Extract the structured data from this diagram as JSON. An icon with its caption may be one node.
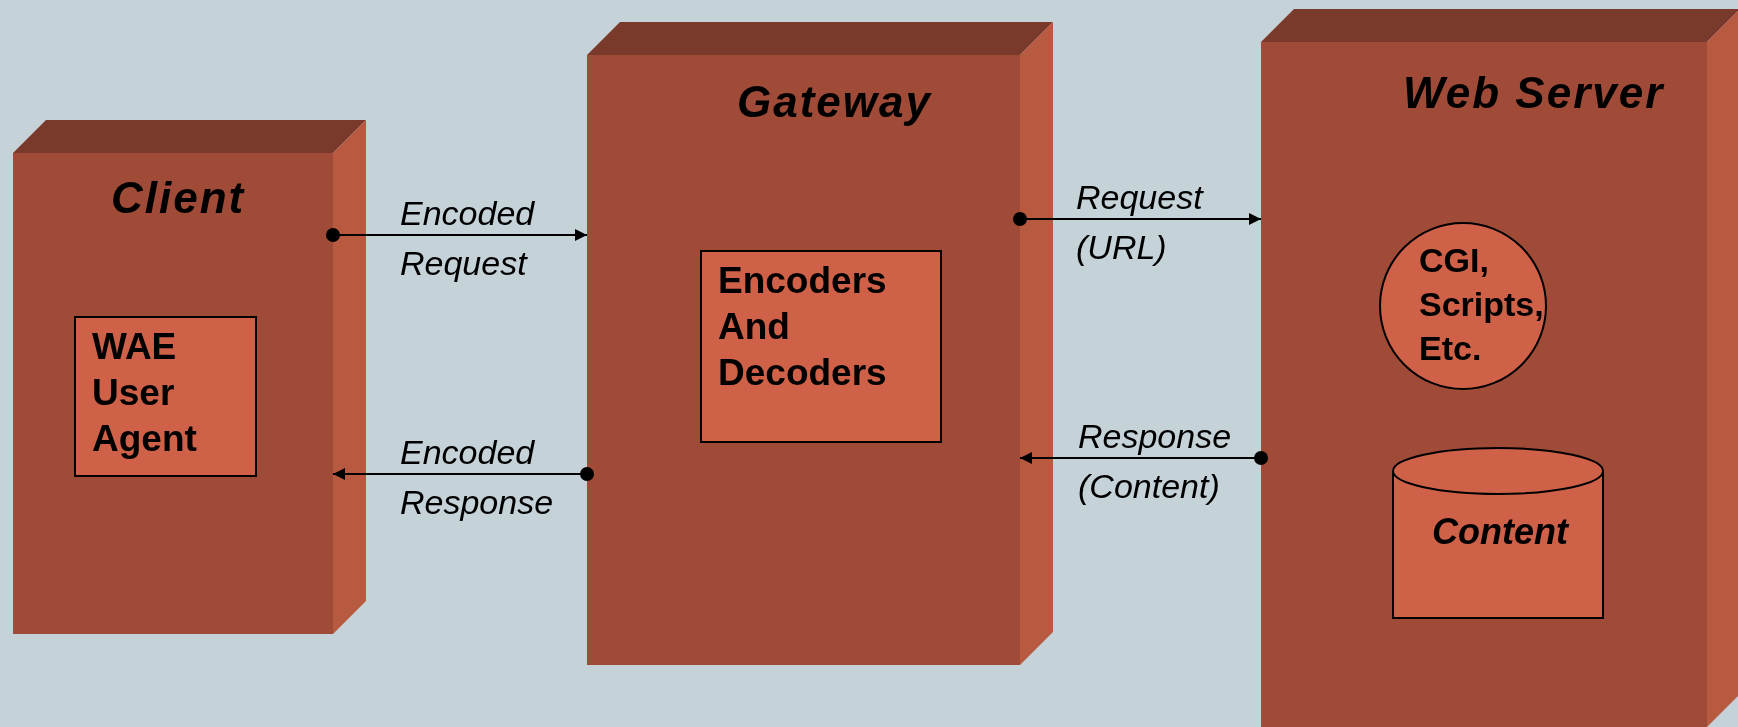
{
  "diagram": {
    "nodes": [
      {
        "text": [
          "Client"
        ]
      },
      {
        "text": [
          "WAE User Agent"
        ],
        "in": 0
      },
      {
        "text": [
          "Gateway"
        ]
      },
      {
        "text": [
          "Encoders And Decoders"
        ],
        "in": 2
      },
      {
        "text": [
          "Web Server"
        ]
      },
      {
        "text": [
          "CGI, Scripts, Etc."
        ],
        "in": 4
      },
      {
        "text": [
          "Content"
        ],
        "in": 4
      }
    ],
    "edges": [
      {
        "from": 0,
        "to": 2,
        "arrow": "to",
        "label": "Encoded Request"
      },
      {
        "from": 2,
        "to": 0,
        "arrow": "to",
        "label": "Encoded Response"
      },
      {
        "from": 2,
        "to": 4,
        "arrow": "to",
        "label": "Request (URL)"
      },
      {
        "from": 4,
        "to": 2,
        "arrow": "to",
        "label": "Response (Content)"
      }
    ]
  }
}
